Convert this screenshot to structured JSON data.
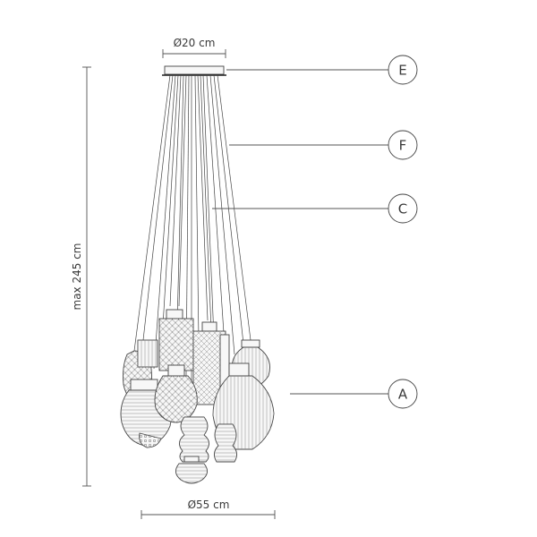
{
  "dimensions": {
    "canopy_diameter": "Ø20 cm",
    "spread_diameter": "Ø55 cm",
    "max_height": "max 245 cm"
  },
  "callouts": [
    {
      "letter": "E"
    },
    {
      "letter": "F"
    },
    {
      "letter": "C"
    },
    {
      "letter": "A"
    }
  ]
}
